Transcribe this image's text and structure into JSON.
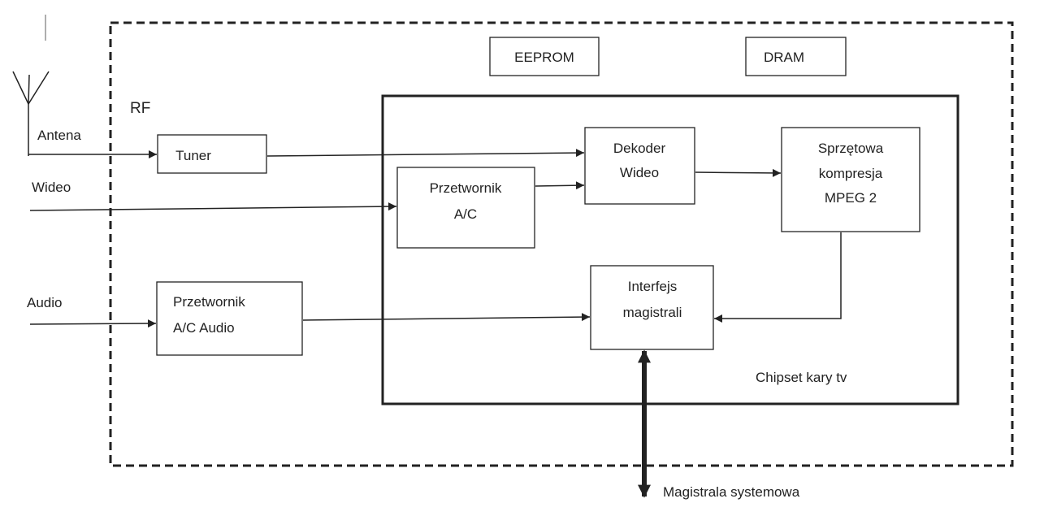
{
  "labels": {
    "rf": "RF",
    "antena": "Antena",
    "wideo": "Wideo",
    "audio": "Audio",
    "chipset": "Chipset kary tv",
    "magistrala": "Magistrala systemowa"
  },
  "blocks": {
    "eeprom": "EEPROM",
    "dram": "DRAM",
    "tuner": "Tuner",
    "adc_line1": "Przetwornik",
    "adc_line2": "A/C",
    "decoder_line1": "Dekoder",
    "decoder_line2": "Wideo",
    "mpeg_line1": "Sprzętowa",
    "mpeg_line2": "kompresja",
    "mpeg_line3": "MPEG 2",
    "audio_adc_line1": "Przetwornik",
    "audio_adc_line2": "A/C  Audio",
    "bus_line1": "Interfejs",
    "bus_line2": "magistrali"
  }
}
